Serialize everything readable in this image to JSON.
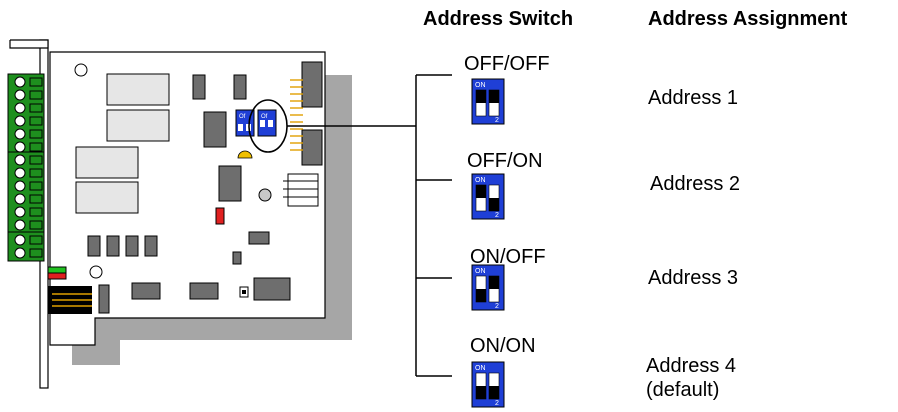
{
  "headers": {
    "switch": "Address Switch",
    "assignment": "Address Assignment"
  },
  "rows": [
    {
      "setting": "OFF/OFF",
      "address": "Address 1",
      "note": ""
    },
    {
      "setting": "OFF/ON",
      "address": "Address 2",
      "note": ""
    },
    {
      "setting": "ON/OFF",
      "address": "Address 3",
      "note": ""
    },
    {
      "setting": "ON/ON",
      "address": "Address 4",
      "note": "(default)"
    }
  ],
  "dip_text": {
    "on": "ON",
    "num": "2",
    "board_label": "Of"
  },
  "colors": {
    "pcb": "#ffffff",
    "shadow": "#a6a6a6",
    "terminal": "#1e8f1e",
    "dip": "#1f3fd6",
    "chip": "#6e6e6e",
    "relay": "#e6e6e6",
    "led_red": "#e02020",
    "led_green": "#20c020",
    "cap_yellow": "#f0c000",
    "pin_gold": "#e0a000"
  }
}
